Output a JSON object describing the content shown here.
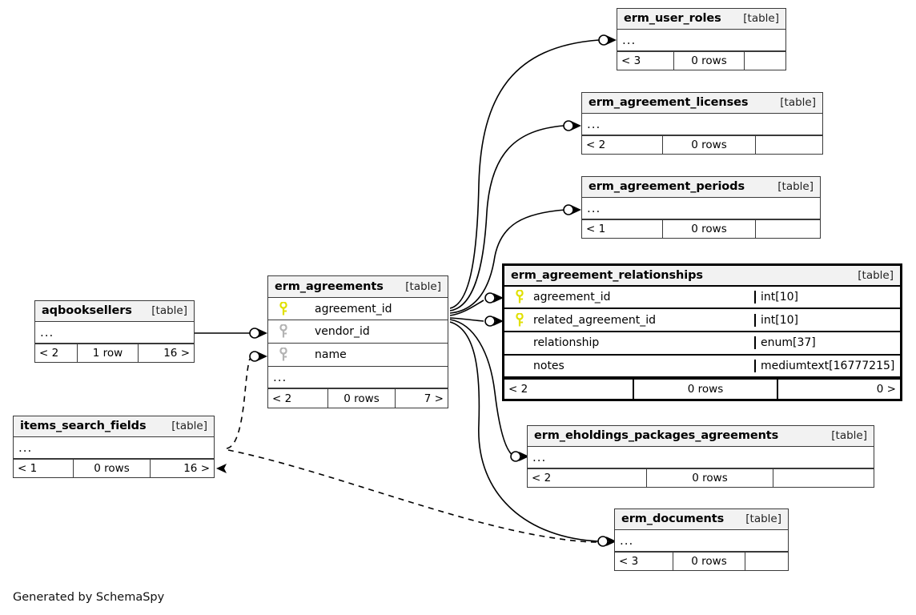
{
  "diagram": {
    "caption": "Generated by SchemaSpy",
    "table_tag": "[table]",
    "ellipsis": "...",
    "key_icon_pk": "primary-key-icon",
    "key_icon_fk": "foreign-key-icon",
    "colors": {
      "pk_key": "#e8e800",
      "fk_key": "#b3b3b3",
      "header_bg": "#f2f2f2",
      "border": "#3a3a3a",
      "focus_border": "#000000",
      "edge": "#000000",
      "background": "#ffffff"
    }
  },
  "tables": [
    {
      "id": "erm_user_roles",
      "name": "erm_user_roles",
      "tag": "[table]",
      "focus": false,
      "columns": [],
      "has_ellipsis": true,
      "footer": {
        "left": "< 3",
        "mid": "0 rows",
        "right": ""
      }
    },
    {
      "id": "erm_agreement_licenses",
      "name": "erm_agreement_licenses",
      "tag": "[table]",
      "focus": false,
      "columns": [],
      "has_ellipsis": true,
      "footer": {
        "left": "< 2",
        "mid": "0 rows",
        "right": ""
      }
    },
    {
      "id": "erm_agreement_periods",
      "name": "erm_agreement_periods",
      "tag": "[table]",
      "focus": false,
      "columns": [],
      "has_ellipsis": true,
      "footer": {
        "left": "< 1",
        "mid": "0 rows",
        "right": ""
      }
    },
    {
      "id": "erm_agreement_relationships",
      "name": "erm_agreement_relationships",
      "tag": "[table]",
      "focus": true,
      "columns": [
        {
          "name": "agreement_id",
          "type": "int[10]",
          "key": "pk"
        },
        {
          "name": "related_agreement_id",
          "type": "int[10]",
          "key": "pk"
        },
        {
          "name": "relationship",
          "type": "enum[37]",
          "key": "none"
        },
        {
          "name": "notes",
          "type": "mediumtext[16777215]",
          "key": "none"
        }
      ],
      "has_ellipsis": false,
      "footer": {
        "left": "< 2",
        "mid": "0 rows",
        "right": "0 >"
      }
    },
    {
      "id": "erm_agreements",
      "name": "erm_agreements",
      "tag": "[table]",
      "focus": false,
      "columns": [
        {
          "name": "agreement_id",
          "type": "",
          "key": "pk"
        },
        {
          "name": "vendor_id",
          "type": "",
          "key": "fk"
        },
        {
          "name": "name",
          "type": "",
          "key": "fk"
        }
      ],
      "has_ellipsis": true,
      "footer": {
        "left": "< 2",
        "mid": "0 rows",
        "right": "7 >"
      }
    },
    {
      "id": "aqbooksellers",
      "name": "aqbooksellers",
      "tag": "[table]",
      "focus": false,
      "columns": [],
      "has_ellipsis": true,
      "footer": {
        "left": "< 2",
        "mid": "1 row",
        "right": "16 >"
      }
    },
    {
      "id": "items_search_fields",
      "name": "items_search_fields",
      "tag": "[table]",
      "focus": false,
      "columns": [],
      "has_ellipsis": true,
      "footer": {
        "left": "< 1",
        "mid": "0 rows",
        "right": "16 >"
      }
    },
    {
      "id": "erm_eholdings_packages_agreements",
      "name": "erm_eholdings_packages_agreements",
      "tag": "[table]",
      "focus": false,
      "columns": [],
      "has_ellipsis": true,
      "footer": {
        "left": "< 2",
        "mid": "0 rows",
        "right": ""
      }
    },
    {
      "id": "erm_documents",
      "name": "erm_documents",
      "tag": "[table]",
      "focus": false,
      "columns": [],
      "has_ellipsis": true,
      "footer": {
        "left": "< 3",
        "mid": "0 rows",
        "right": ""
      }
    }
  ],
  "relationships": [
    {
      "from": "erm_agreements",
      "to": "erm_user_roles",
      "style": "solid"
    },
    {
      "from": "erm_agreements",
      "to": "erm_agreement_licenses",
      "style": "solid"
    },
    {
      "from": "erm_agreements",
      "to": "erm_agreement_periods",
      "style": "solid"
    },
    {
      "from": "erm_agreements",
      "to": "erm_agreement_relationships",
      "style": "solid"
    },
    {
      "from": "erm_agreements",
      "to": "erm_eholdings_packages_agreements",
      "style": "solid"
    },
    {
      "from": "erm_agreements",
      "to": "erm_documents",
      "style": "solid"
    },
    {
      "from": "aqbooksellers",
      "to": "erm_agreements",
      "style": "solid"
    },
    {
      "from": "items_search_fields",
      "to": "erm_agreements",
      "style": "dashed"
    },
    {
      "from": "items_search_fields",
      "to": "erm_documents",
      "style": "dashed"
    }
  ]
}
